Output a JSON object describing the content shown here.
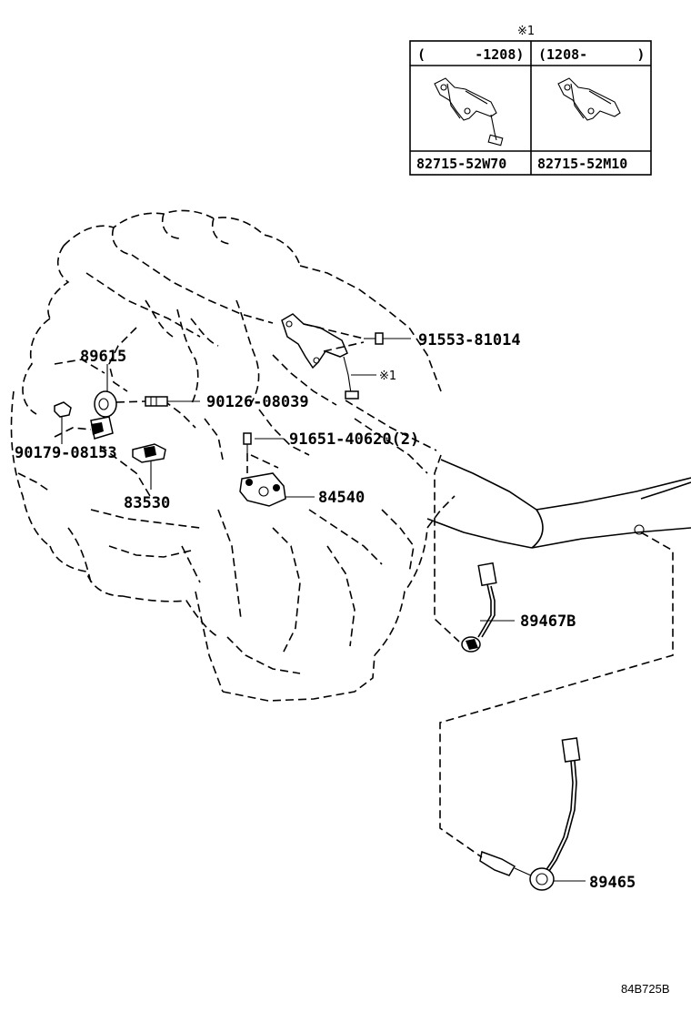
{
  "inset_table": {
    "note_mark": "※1",
    "columns": [
      {
        "range": "(      -1208)",
        "part_no": "82715-52W70"
      },
      {
        "range": "(1208-      )",
        "part_no": "82715-52M10"
      }
    ]
  },
  "callouts": {
    "c91553": "91553-81014",
    "note1": "※1",
    "c89615": "89615",
    "c90126": "90126-08039",
    "c90179": "90179-08153",
    "c91651": "91651-40620(2)",
    "c83530": "83530",
    "c84540": "84540",
    "c89467B": "89467B",
    "c89465": "89465"
  },
  "figure_code": "84B725B"
}
